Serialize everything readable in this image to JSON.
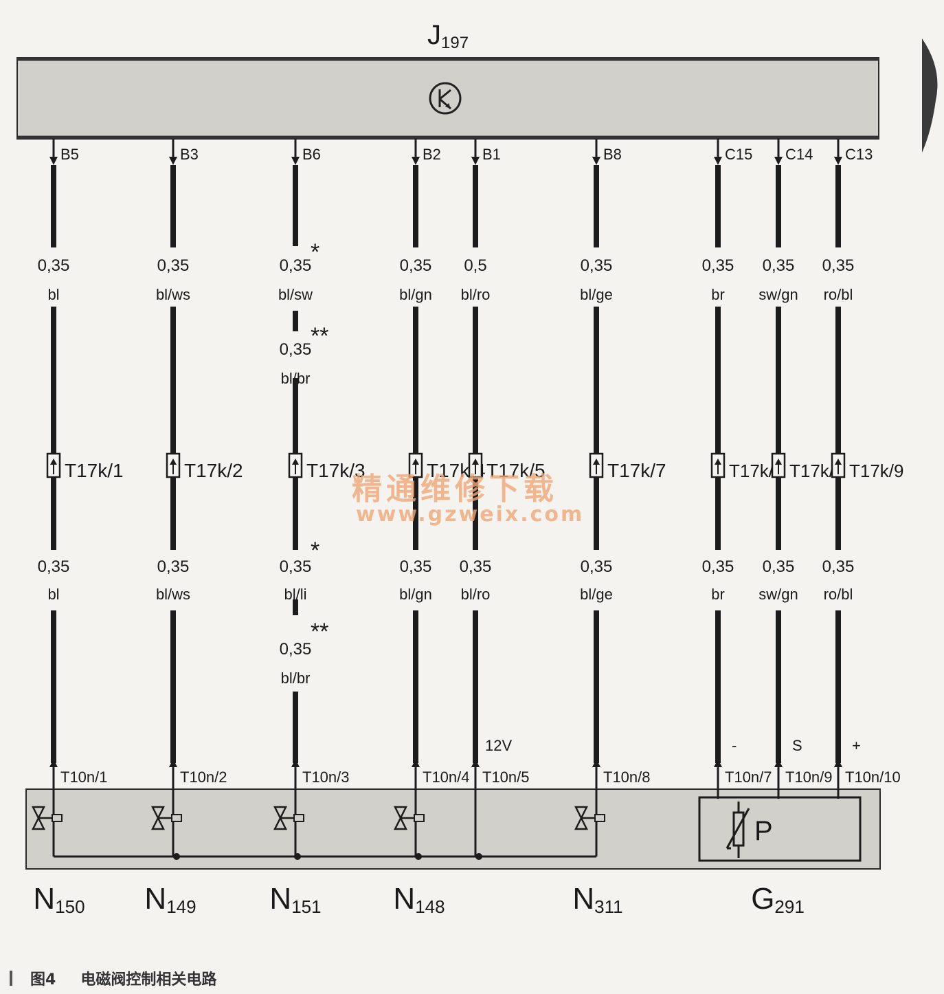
{
  "module": {
    "name": "J",
    "sub": "197"
  },
  "wires": [
    {
      "pin": "B5",
      "upper": {
        "size": "0,35",
        "color": "bl"
      },
      "connector": "T17k/1",
      "lower": {
        "size": "0,35",
        "color": "bl"
      },
      "bottom_pin": "T10n/1"
    },
    {
      "pin": "B3",
      "upper": {
        "size": "0,35",
        "color": "bl/ws"
      },
      "connector": "T17k/2",
      "lower": {
        "size": "0,35",
        "color": "bl/ws"
      },
      "bottom_pin": "T10n/2"
    },
    {
      "pin": "B6",
      "upper": {
        "size": "0,35",
        "mark": "*",
        "color": "bl/sw"
      },
      "upper_alt": {
        "size": "0,35",
        "mark": "**",
        "color": "bl/br"
      },
      "connector": "T17k/3",
      "lower": {
        "size": "0,35",
        "mark": "*",
        "color": "bl/li"
      },
      "lower_alt": {
        "size": "0,35",
        "mark": "**",
        "color": "bl/br"
      },
      "bottom_pin": "T10n/3"
    },
    {
      "pin": "B2",
      "upper": {
        "size": "0,35",
        "color": "bl/gn"
      },
      "connector": "T17k/4",
      "lower": {
        "size": "0,35",
        "color": "bl/gn"
      },
      "bottom_pin": "T10n/4"
    },
    {
      "pin": "B1",
      "upper": {
        "size": "0,5",
        "color": "bl/ro"
      },
      "connector": "T17k/5",
      "lower": {
        "size": "0,35",
        "color": "bl/ro"
      },
      "bottom_pin": "T10n/5",
      "voltage": "12V"
    },
    {
      "pin": "B8",
      "upper": {
        "size": "0,35",
        "color": "bl/ge"
      },
      "connector": "T17k/7",
      "lower": {
        "size": "0,35",
        "color": "bl/ge"
      },
      "bottom_pin": "T10n/8"
    },
    {
      "pin": "C15",
      "upper": {
        "size": "0,35",
        "color": "br"
      },
      "connector": "T17k/6",
      "lower": {
        "size": "0,35",
        "color": "br"
      },
      "bottom_pin": "T10n/7",
      "sign": "-"
    },
    {
      "pin": "C14",
      "upper": {
        "size": "0,35",
        "color": "sw/gn"
      },
      "connector": "T17k/8",
      "lower": {
        "size": "0,35",
        "color": "sw/gn"
      },
      "bottom_pin": "T10n/9",
      "sign": "S"
    },
    {
      "pin": "C13",
      "upper": {
        "size": "0,35",
        "color": "ro/bl"
      },
      "connector": "T17k/9",
      "lower": {
        "size": "0,35",
        "color": "ro/bl"
      },
      "bottom_pin": "T10n/10",
      "sign": "+"
    }
  ],
  "components": [
    {
      "name": "N",
      "sub": "150"
    },
    {
      "name": "N",
      "sub": "149"
    },
    {
      "name": "N",
      "sub": "151"
    },
    {
      "name": "N",
      "sub": "148"
    },
    {
      "name": "N",
      "sub": "311"
    },
    {
      "name": "G",
      "sub": "291"
    }
  ],
  "sensor_symbol": "P",
  "watermark": {
    "cn": "精通维修下载",
    "url": "www.gzweix.com"
  },
  "caption": {
    "number": "图4",
    "text": "电磁阀控制相关电路"
  },
  "colors": {
    "module_fill": "#d2d0ca",
    "wire": "#1c1c1c",
    "watermark": "#f0a878"
  }
}
